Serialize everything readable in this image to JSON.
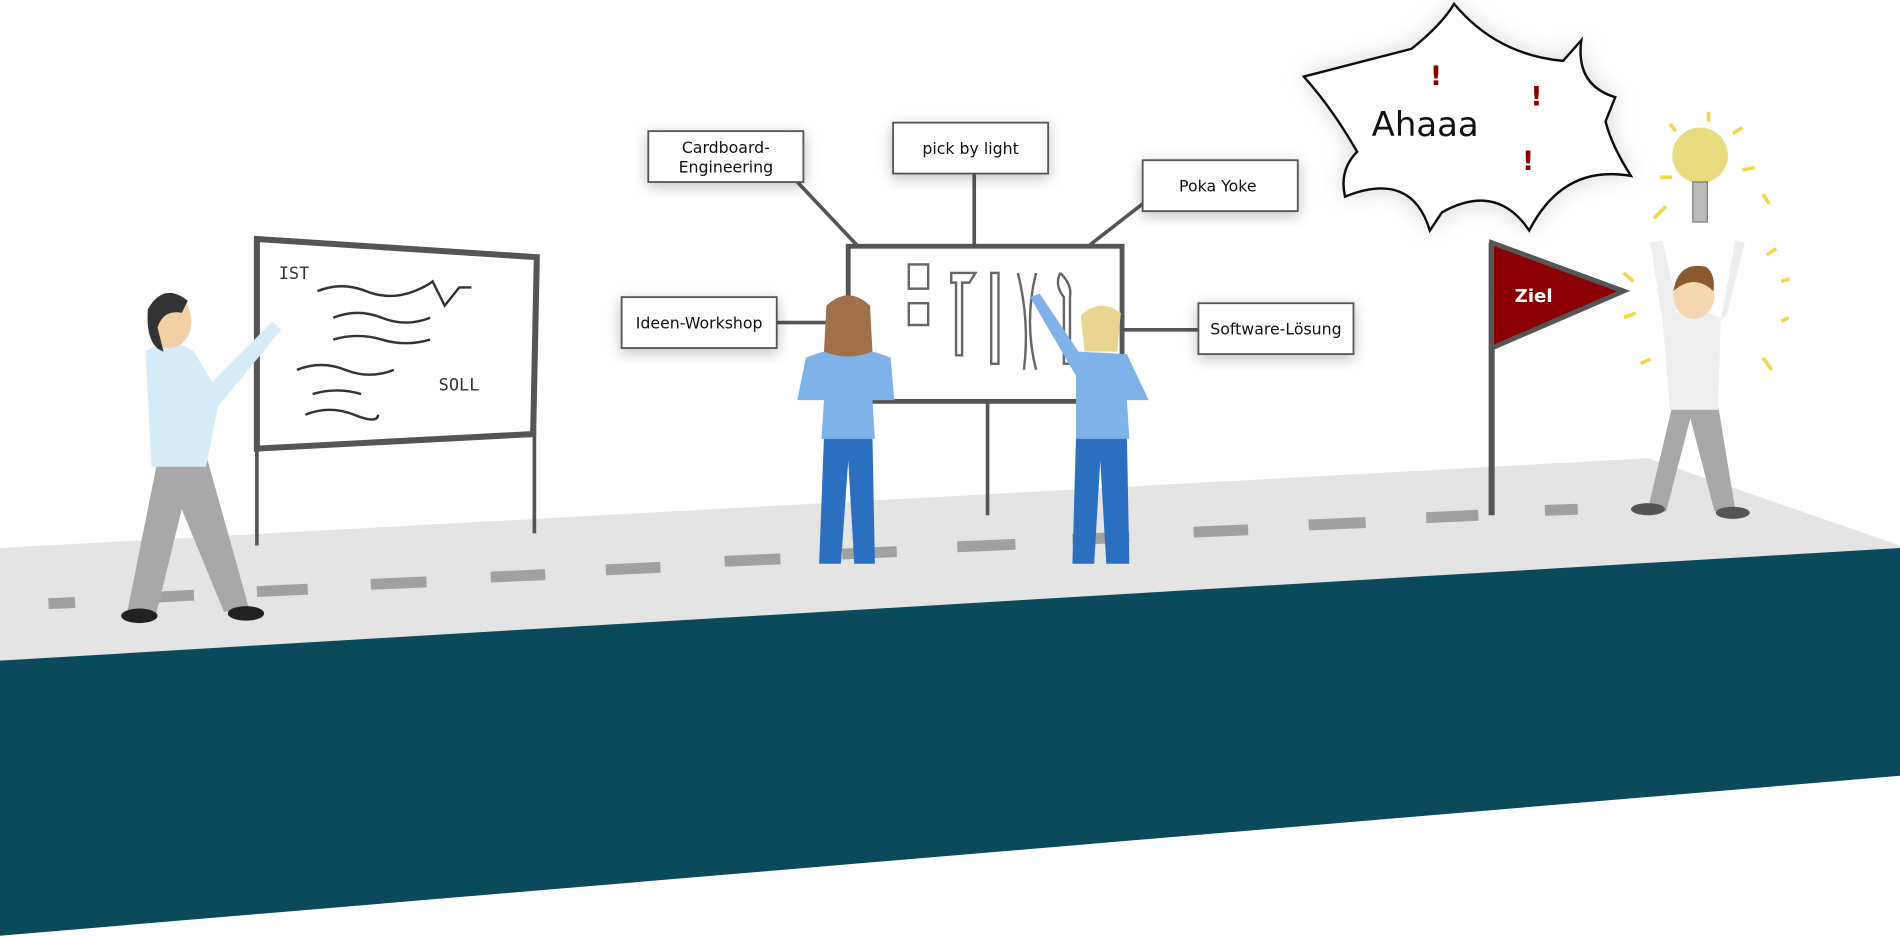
{
  "whiteboard": {
    "ist": "IST",
    "soll": "SOLL"
  },
  "labels": {
    "cardboard_1": "Cardboard-",
    "cardboard_2": "Engineering",
    "pick_by_light": "pick by light",
    "poka_yoke": "Poka Yoke",
    "ideen_workshop": "Ideen-Workshop",
    "software_loesung": "Software-Lösung"
  },
  "speech_bubble": {
    "text": "Ahaaa",
    "marks": "!"
  },
  "flag": {
    "text": "Ziel"
  },
  "colors": {
    "road_side": "#0a4a5c",
    "flag": "#8b0000",
    "shirt": "#7fb2e8",
    "pants": "#2a6fc0"
  }
}
